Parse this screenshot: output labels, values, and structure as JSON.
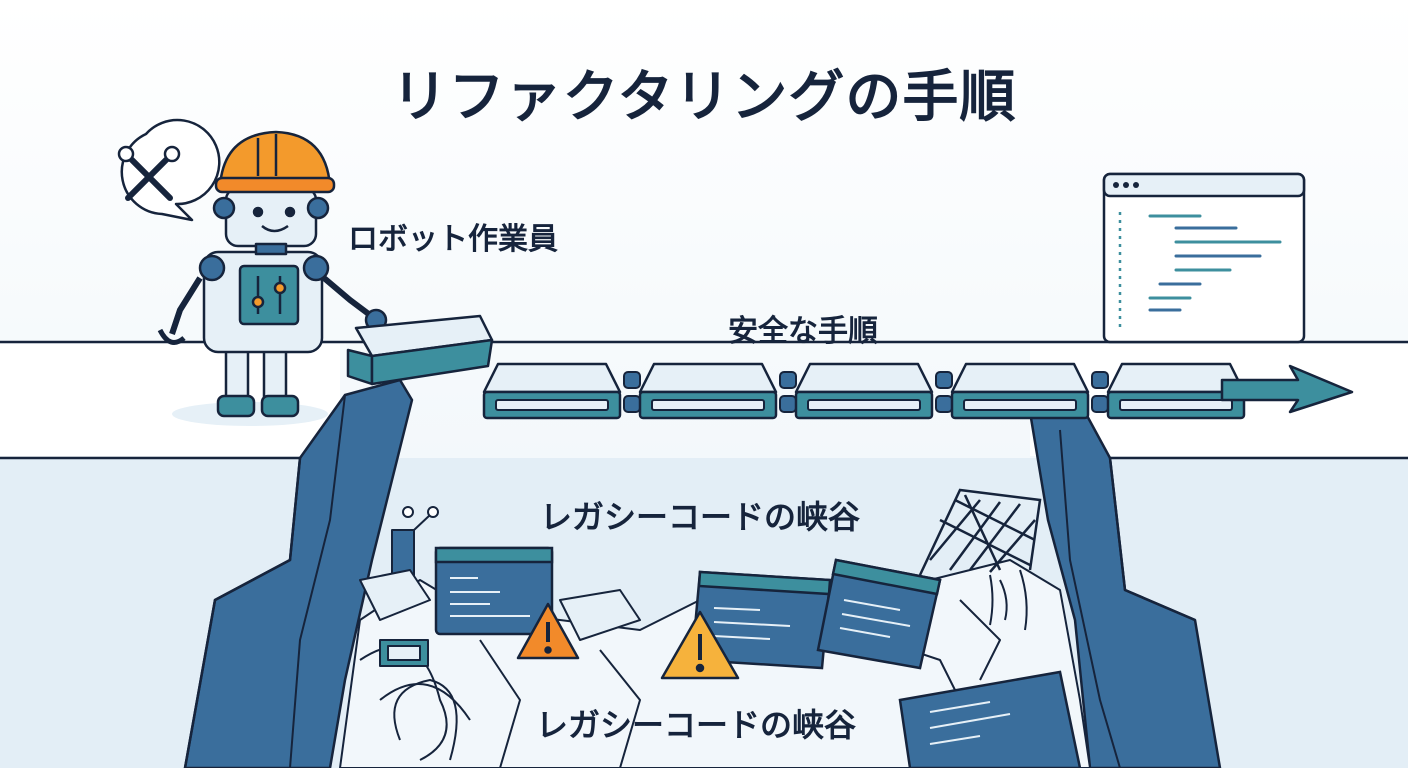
{
  "title": "リファクタリングの手順",
  "robot": {
    "label": "ロボット作業員",
    "bubble_icon": "tools-icon"
  },
  "bridge": {
    "label": "安全な手順",
    "segments": 5,
    "arrow_icon": "arrow-right-icon"
  },
  "canyon": {
    "label_upper": "レガシーコードの峡谷",
    "label_lower": "レガシーコードの峡谷",
    "warning_icon": "warning-icon"
  },
  "code_window": {
    "icon": "code-window-icon"
  },
  "colors": {
    "ink": "#16243c",
    "teal": "#3d8f9e",
    "blue": "#3a6e9c",
    "light": "#e6f0f7",
    "orange": "#f28a2a",
    "hat": "#f39a2c"
  }
}
